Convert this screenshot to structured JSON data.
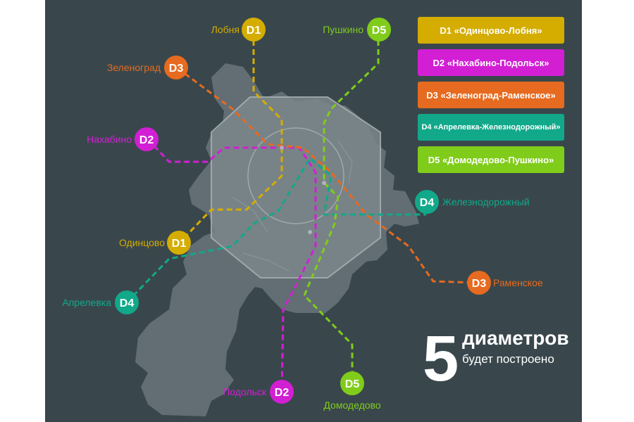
{
  "colors": {
    "background": "#39474c",
    "city": "#6a767a",
    "d1": "#d4ad00",
    "d2": "#d21fd4",
    "d3": "#e66a1f",
    "d4": "#12a88a",
    "d5": "#80cc1a"
  },
  "lines": [
    {
      "id": "D1",
      "color": "#d4ad00",
      "legend": "D1 «Одинцово-Лобня»",
      "termini": [
        {
          "badge": "D1",
          "label": "Лобня"
        },
        {
          "badge": "D1",
          "label": "Одинцово"
        }
      ]
    },
    {
      "id": "D2",
      "color": "#d21fd4",
      "legend": "D2 «Нахабино-Подольск»",
      "termini": [
        {
          "badge": "D2",
          "label": "Нахабино"
        },
        {
          "badge": "D2",
          "label": "Подольск"
        }
      ]
    },
    {
      "id": "D3",
      "color": "#e66a1f",
      "legend": "D3 «Зеленоград-Раменское»",
      "termini": [
        {
          "badge": "D3",
          "label": "Зеленоград"
        },
        {
          "badge": "D3",
          "label": "Раменское"
        }
      ]
    },
    {
      "id": "D4",
      "color": "#12a88a",
      "legend": "D4 «Апрелевка-Железнодорожный»",
      "termini": [
        {
          "badge": "D4",
          "label": "Апрелевка"
        },
        {
          "badge": "D4",
          "label": "Железнодорожный"
        }
      ]
    },
    {
      "id": "D5",
      "color": "#80cc1a",
      "legend": "D5 «Домодедово-Пушкино»",
      "termini": [
        {
          "badge": "D5",
          "label": "Пушкино"
        },
        {
          "badge": "D5",
          "label": "Домодедово"
        }
      ]
    }
  ],
  "summary": {
    "number": "5",
    "word": "диаметров",
    "subtitle": "будет построено"
  }
}
